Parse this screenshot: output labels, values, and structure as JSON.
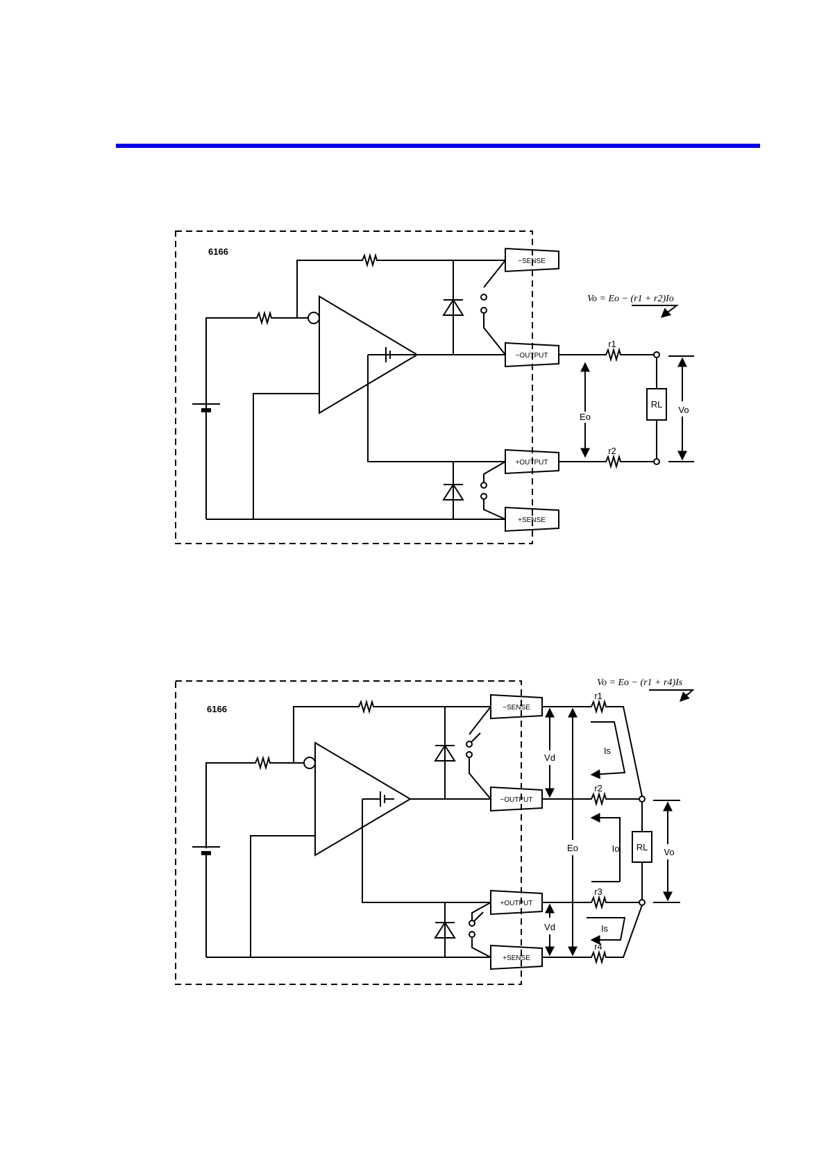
{
  "header": {
    "rule_color": "#0000e6"
  },
  "diagram1": {
    "model": "6166",
    "equation": "Vo = Eo − (r1 + r2)Io",
    "terminals": {
      "minus_sense": "−SENSE",
      "minus_output": "−OUTPUT",
      "plus_output": "+OUTPUT",
      "plus_sense": "+SENSE"
    },
    "labels": {
      "r1": "r1",
      "r2": "r2",
      "eo": "Eo",
      "rl": "RL",
      "vo": "Vo"
    }
  },
  "diagram2": {
    "model": "6166",
    "equation": "Vo = Eo − (r1 + r4)Is",
    "terminals": {
      "minus_sense": "−SENSE",
      "minus_output": "−OUTPUT",
      "plus_output": "+OUTPUT",
      "plus_sense": "+SENSE"
    },
    "labels": {
      "r1": "r1",
      "r2": "r2",
      "r3": "r3",
      "r4": "r4",
      "vd_top": "Vd",
      "vd_bottom": "Vd",
      "is_top": "Is",
      "is_bottom": "Is",
      "io": "Io",
      "eo": "Eo",
      "rl": "RL",
      "vo": "Vo"
    }
  }
}
